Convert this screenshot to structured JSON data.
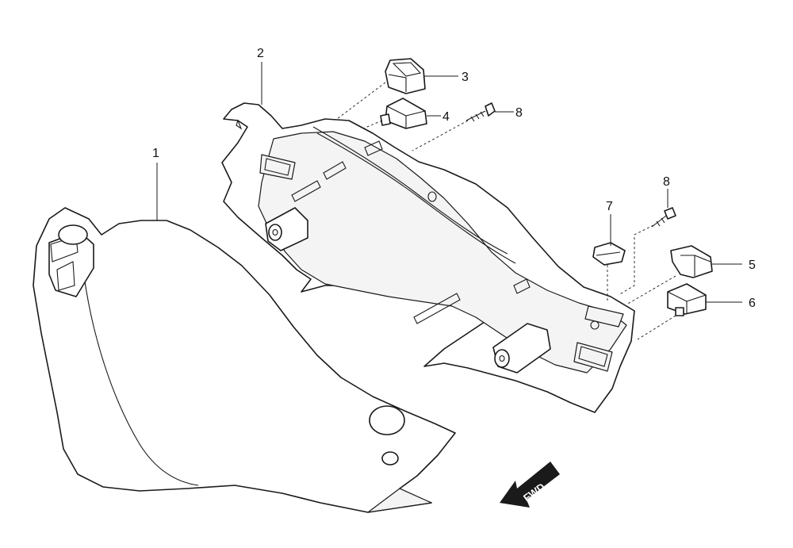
{
  "callouts": {
    "c1": "1",
    "c2": "2",
    "c3": "3",
    "c4": "4",
    "c5": "5",
    "c6": "6",
    "c7": "7",
    "c8a": "8",
    "c8b": "8"
  },
  "direction": {
    "label": "FWD"
  },
  "colors": {
    "line": "#1a1a1a",
    "fill": "#ffffff",
    "arrow": "#1a1a1a"
  }
}
